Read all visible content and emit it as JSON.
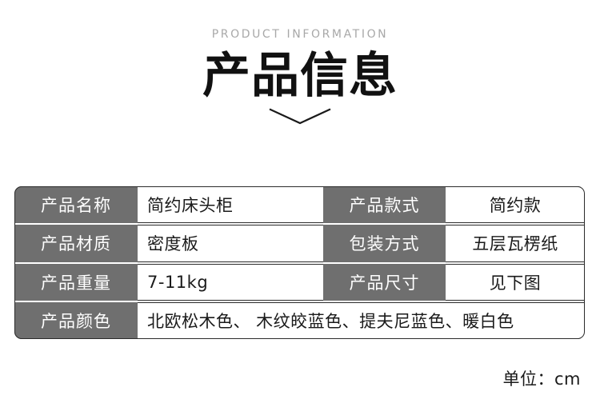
{
  "header": {
    "eyebrow": "PRODUCT INFORMATION",
    "title": "产品信息",
    "chevron_icon": "chevron-down-icon"
  },
  "table": {
    "rows": [
      {
        "label_left": "产品名称",
        "value_left": "简约床头柜",
        "label_right": "产品款式",
        "value_right": "简约款"
      },
      {
        "label_left": "产品材质",
        "value_left": "密度板",
        "label_right": "包装方式",
        "value_right": "五层瓦楞纸"
      },
      {
        "label_left": "产品重量",
        "value_left": "7-11kg",
        "label_right": "产品尺寸",
        "value_right": "见下图"
      }
    ],
    "full_row": {
      "label": "产品颜色",
      "value": "北欧松木色、 木纹皎蓝色、提夫尼蓝色、暖白色"
    }
  },
  "footer": {
    "unit": "单位：cm"
  },
  "colors": {
    "label_bg": "#6f6f6f",
    "label_text": "#ffffff",
    "value_text": "#1a1a1a",
    "eyebrow_text": "#a8a8a8",
    "title_text": "#111111",
    "border": "#2b2b2b",
    "page_bg": "#ffffff"
  }
}
